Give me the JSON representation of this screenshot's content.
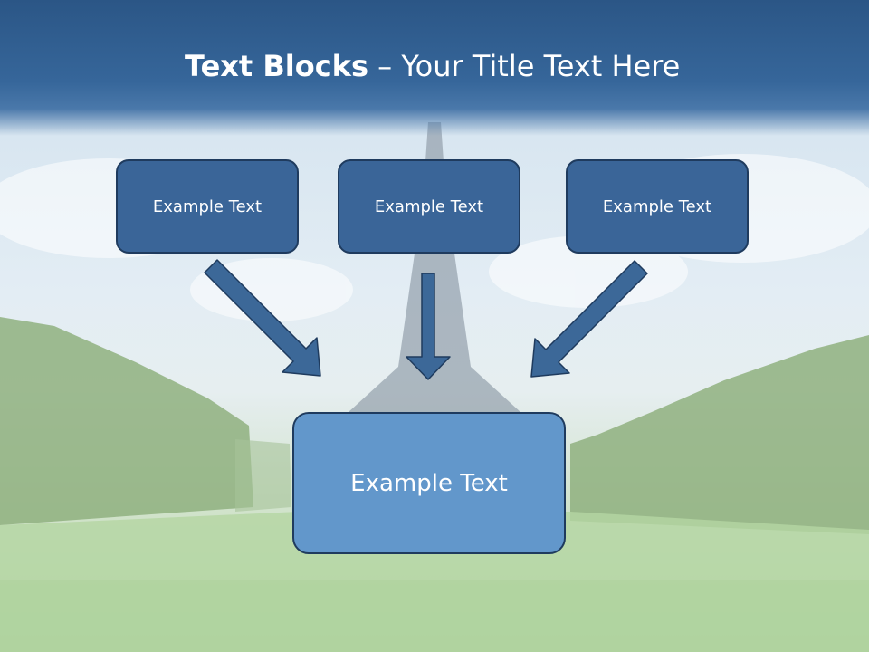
{
  "title": {
    "bold": "Text Blocks",
    "rest": " – Your Title Text Here"
  },
  "blocks": [
    {
      "label": "Example Text"
    },
    {
      "label": "Example Text"
    },
    {
      "label": "Example Text"
    }
  ],
  "target": {
    "label": "Example Text"
  },
  "colors": {
    "band": "#2b5686",
    "box": "#3a6598",
    "target_box": "#6297cb",
    "arrow": "#3c6898",
    "border": "#1f3b5e"
  }
}
